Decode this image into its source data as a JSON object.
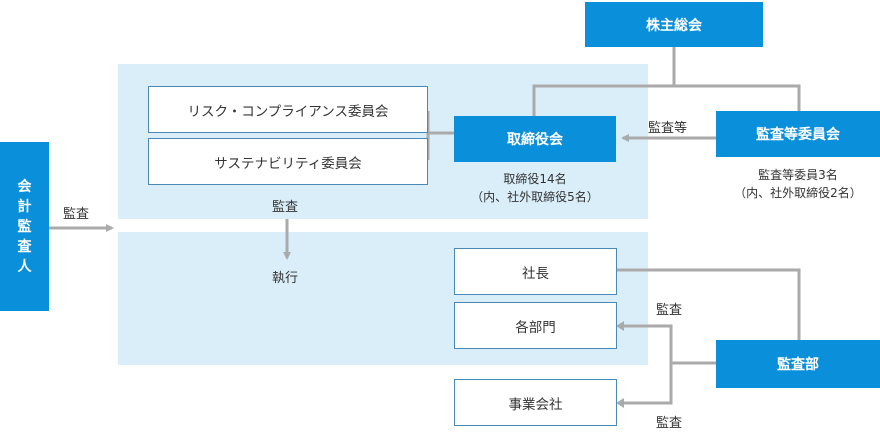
{
  "nodes": {
    "shareholders": "株主総会",
    "board": "取締役会",
    "audit_committee": "監査等委員会",
    "risk_committee": "リスク・コンプライアンス委員会",
    "sustainability_committee": "サステナビリティ委員会",
    "accounting_auditor_chars": [
      "会",
      "計",
      "監",
      "査",
      "人"
    ],
    "president": "社長",
    "departments": "各部門",
    "group_companies": "事業会社",
    "internal_audit": "監査部"
  },
  "notes": {
    "board_line1": "取締役14名",
    "board_line2": "（内、社外取締役5名）",
    "audit_line1": "監査等委員3名",
    "audit_line2": "（内、社外取締役2名）"
  },
  "labels": {
    "audit_etc": "監査等",
    "audit_left": "監査",
    "audit_mid": "監査",
    "execution": "執行",
    "audit_dept_upper": "監査",
    "audit_dept_lower": "監査"
  },
  "colors": {
    "node_blue": "#0a8fda",
    "region_bg": "#d9eef9",
    "connector": "#aaaaaa"
  }
}
